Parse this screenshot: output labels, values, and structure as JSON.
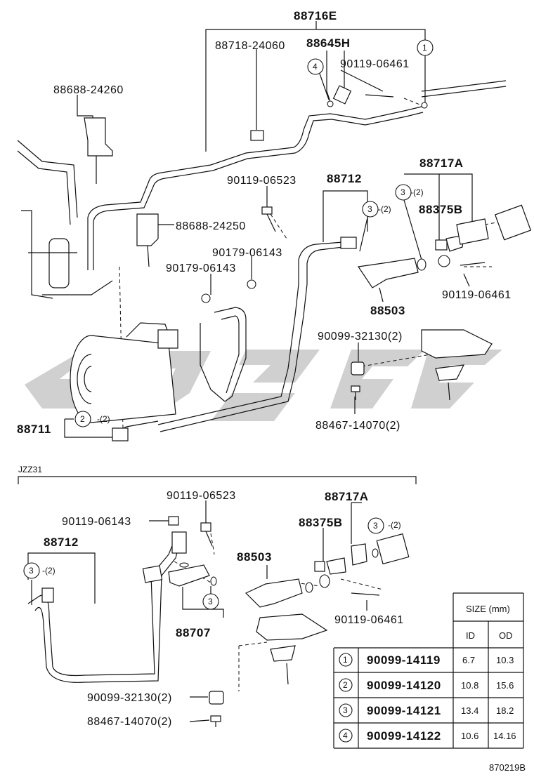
{
  "upper": {
    "labels": {
      "p88716E": "88716E",
      "p88718": "88718-24060",
      "p88645H": "88645H",
      "p90119_06461_top": "90119-06461",
      "p88688_24260": "88688-24260",
      "p90119_06523": "90119-06523",
      "p88712": "88712",
      "p88717A": "88717A",
      "p88375B": "88375B",
      "p88688_24250": "88688-24250",
      "p90179_a": "90179-06143",
      "p90179_b": "90179-06143",
      "p90119_06461_right": "90119-06461",
      "p88503": "88503",
      "p90099_32130": "90099-32130(2)",
      "p88711": "88711",
      "p88467": "88467-14070(2)",
      "qty2": "-(2)",
      "qty2b": "-(2)",
      "qty2c": "-(2)"
    },
    "callouts": {
      "c1": "1",
      "c4": "4",
      "c3a": "3",
      "c3b": "3",
      "c2": "2"
    }
  },
  "lower": {
    "section_label": "JZZ31",
    "labels": {
      "p90119_06523": "90119-06523",
      "p88717A": "88717A",
      "p90119_06143": "90119-06143",
      "p88375B": "88375B",
      "p88712": "88712",
      "p88503": "88503",
      "p88707": "88707",
      "p90119_06461": "90119-06461",
      "p90099_32130": "90099-32130(2)",
      "p88467": "88467-14070(2)",
      "qty2a": "-(2)",
      "qty2b": "-(2)"
    },
    "callouts": {
      "c3a": "3",
      "c3b": "3",
      "c3c": "3"
    }
  },
  "size_table": {
    "header": "SIZE (mm)",
    "col_id": "ID",
    "col_od": "OD",
    "rows": [
      {
        "no": "1",
        "part": "90099-14119",
        "id": "6.7",
        "od": "10.3"
      },
      {
        "no": "2",
        "part": "90099-14120",
        "id": "10.8",
        "od": "15.6"
      },
      {
        "no": "3",
        "part": "90099-14121",
        "id": "13.4",
        "od": "18.2"
      },
      {
        "no": "4",
        "part": "90099-14122",
        "id": "10.6",
        "od": "14.16"
      }
    ]
  },
  "figure_code": "870219B",
  "colors": {
    "line": "#111111",
    "watermark": "#d0d0d0",
    "background": "#ffffff"
  }
}
